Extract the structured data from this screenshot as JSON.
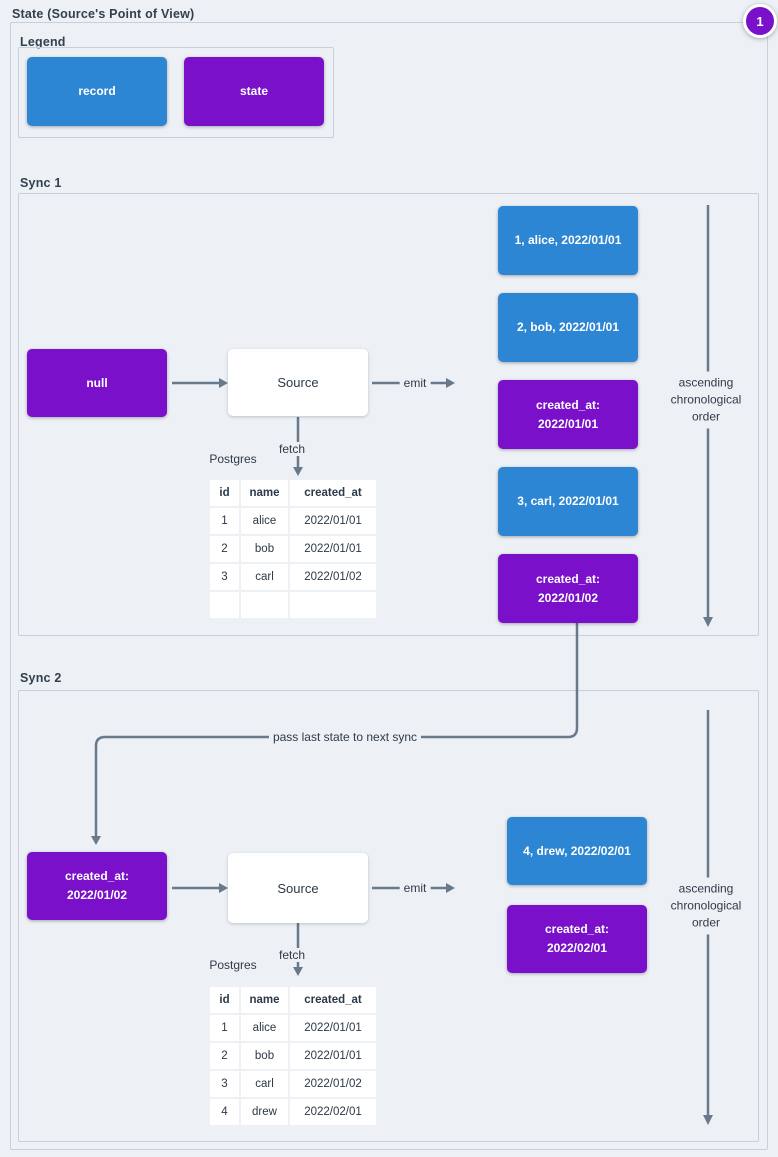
{
  "page": {
    "title": "State (Source's Point of View)",
    "badge_count": "1"
  },
  "colors": {
    "record_blue": "#2D86D3",
    "state_purple": "#7A10C9",
    "arrow_gray": "#68798C"
  },
  "legend": {
    "label": "Legend",
    "items": [
      {
        "type": "record",
        "label": "record"
      },
      {
        "type": "state",
        "label": "state"
      }
    ]
  },
  "connector": {
    "label": "pass last state to next sync"
  },
  "sync1": {
    "label": "Sync 1",
    "input_state": {
      "type": "state",
      "label": "null"
    },
    "source_label": "Source",
    "emit_label": "emit",
    "fetch_label": "fetch",
    "database_label": "Postgres",
    "order_label": "ascending\nchronological\norder",
    "table": {
      "headers": [
        "id",
        "name",
        "created_at"
      ],
      "rows": [
        [
          "1",
          "alice",
          "2022/01/01"
        ],
        [
          "2",
          "bob",
          "2022/01/01"
        ],
        [
          "3",
          "carl",
          "2022/01/02"
        ],
        [
          "",
          "",
          ""
        ]
      ]
    },
    "emitted": [
      {
        "type": "record",
        "label": "1, alice, 2022/01/01"
      },
      {
        "type": "record",
        "label": "2, bob, 2022/01/01"
      },
      {
        "type": "state",
        "label": "created_at:\n2022/01/01"
      },
      {
        "type": "record",
        "label": "3, carl, 2022/01/01"
      },
      {
        "type": "state",
        "label": "created_at:\n2022/01/02"
      }
    ]
  },
  "sync2": {
    "label": "Sync 2",
    "input_state": {
      "type": "state",
      "label": "created_at:\n2022/01/02"
    },
    "source_label": "Source",
    "emit_label": "emit",
    "fetch_label": "fetch",
    "database_label": "Postgres",
    "order_label": "ascending\nchronological\norder",
    "table": {
      "headers": [
        "id",
        "name",
        "created_at"
      ],
      "rows": [
        [
          "1",
          "alice",
          "2022/01/01"
        ],
        [
          "2",
          "bob",
          "2022/01/01"
        ],
        [
          "3",
          "carl",
          "2022/01/02"
        ],
        [
          "4",
          "drew",
          "2022/02/01"
        ]
      ]
    },
    "emitted": [
      {
        "type": "record",
        "label": "4, drew, 2022/02/01"
      },
      {
        "type": "state",
        "label": "created_at:\n2022/02/01"
      }
    ]
  }
}
